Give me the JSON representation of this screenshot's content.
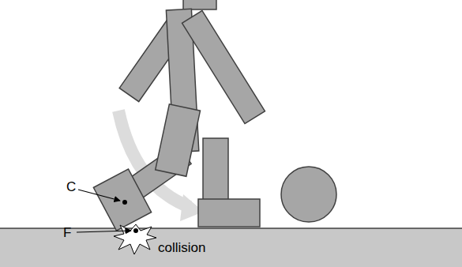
{
  "diagram": {
    "labels": [
      "C",
      "F",
      "collision"
    ]
  }
}
